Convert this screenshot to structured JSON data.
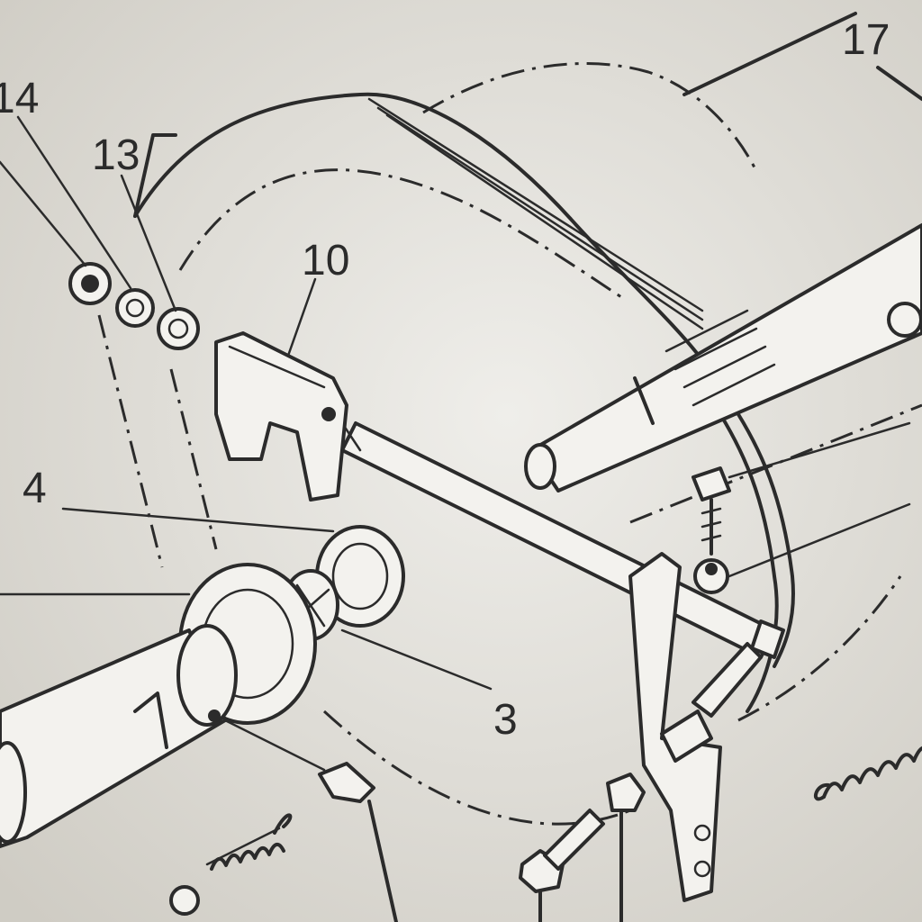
{
  "diagram": {
    "callouts": [
      {
        "id": "c14",
        "text": "14"
      },
      {
        "id": "c13",
        "text": "13"
      },
      {
        "id": "c10",
        "text": "10"
      },
      {
        "id": "c4",
        "text": "4"
      },
      {
        "id": "c3",
        "text": "3"
      },
      {
        "id": "c17",
        "text": "17"
      }
    ]
  }
}
